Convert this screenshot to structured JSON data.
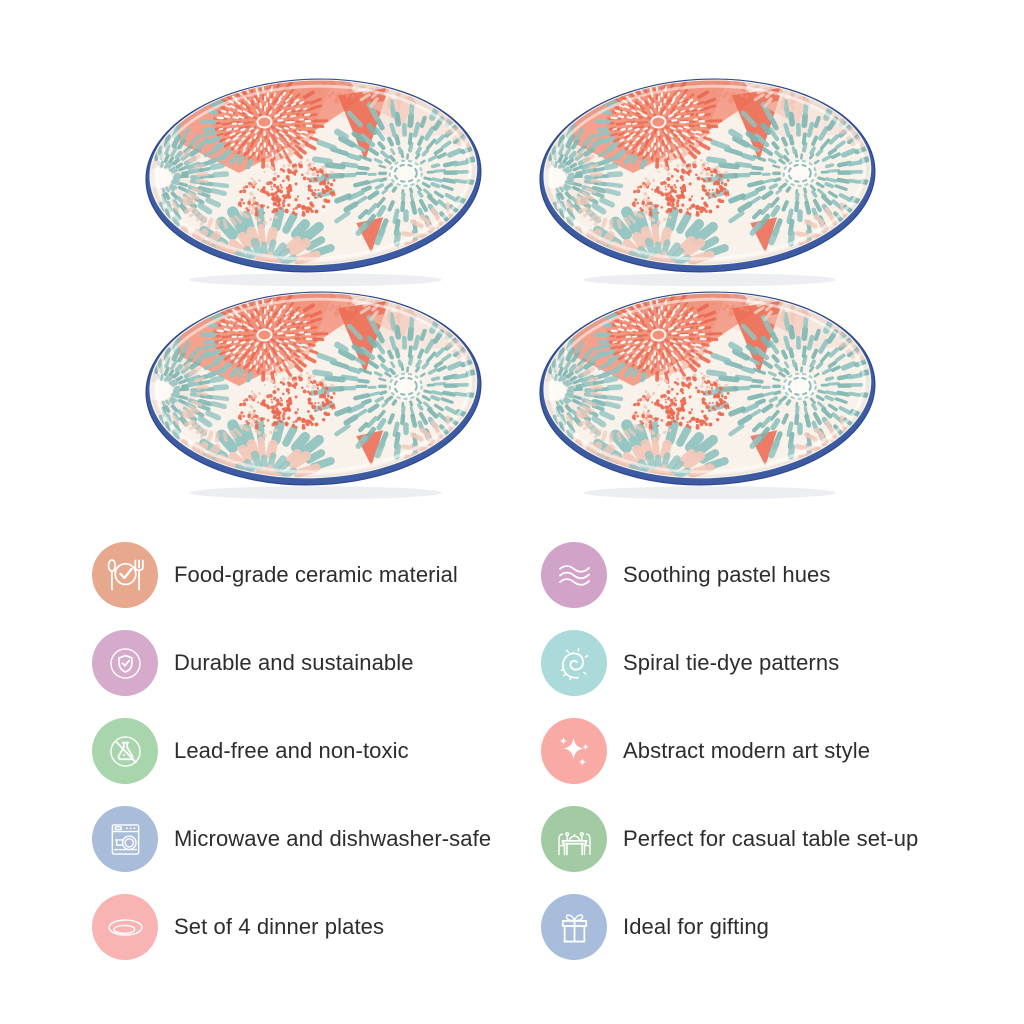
{
  "page": {
    "background": "#ffffff"
  },
  "product": {
    "name": "Pastel tie-dye ceramic dinner plates",
    "photo_count": 4,
    "layout": "2x2 grid of identical plates"
  },
  "plates": {
    "style": "abstract pastel tie-dye starburst pattern, blue rim",
    "colors": {
      "rim": "#3c5ba3",
      "rim_edge": "#2c4689",
      "face": "#f8f2ea",
      "coral": "#f08b74",
      "coral_deep": "#ec6a52",
      "coral_wash": "#f39c89",
      "pink": "#f2c9ba",
      "pink_pale": "#f6e2da",
      "teal": "#92c4c1",
      "teal_dark": "#7cb5b1",
      "reflection": "#e8eaef",
      "white": "#ffffff"
    }
  },
  "features": {
    "text_color": "#2d2d2d",
    "icon_stroke": "#ffffff",
    "left": [
      {
        "label": "Food-grade ceramic material",
        "icon": "cutlery-plate-icon",
        "color": "#e8a88d"
      },
      {
        "label": "Durable and sustainable",
        "icon": "shield-check-icon",
        "color": "#d6aacb"
      },
      {
        "label": "Lead-free and non-toxic",
        "icon": "no-toxic-flask-icon",
        "color": "#a8d5ab"
      },
      {
        "label": "Microwave and dishwasher-safe",
        "icon": "dishwasher-icon",
        "color": "#a9bcd9"
      },
      {
        "label": "Set of 4 dinner plates",
        "icon": "plate-icon",
        "color": "#f9b3b3"
      }
    ],
    "right": [
      {
        "label": "Soothing pastel hues",
        "icon": "waves-icon",
        "color": "#d2a3c8"
      },
      {
        "label": "Spiral tie-dye patterns",
        "icon": "spiral-icon",
        "color": "#abdada"
      },
      {
        "label": "Abstract modern art style",
        "icon": "sparkles-icon",
        "color": "#f9aaa4"
      },
      {
        "label": "Perfect for casual table set-up",
        "icon": "dining-table-icon",
        "color": "#a3cba3"
      },
      {
        "label": "Ideal for gifting",
        "icon": "gift-icon",
        "color": "#a7bddb"
      }
    ]
  }
}
